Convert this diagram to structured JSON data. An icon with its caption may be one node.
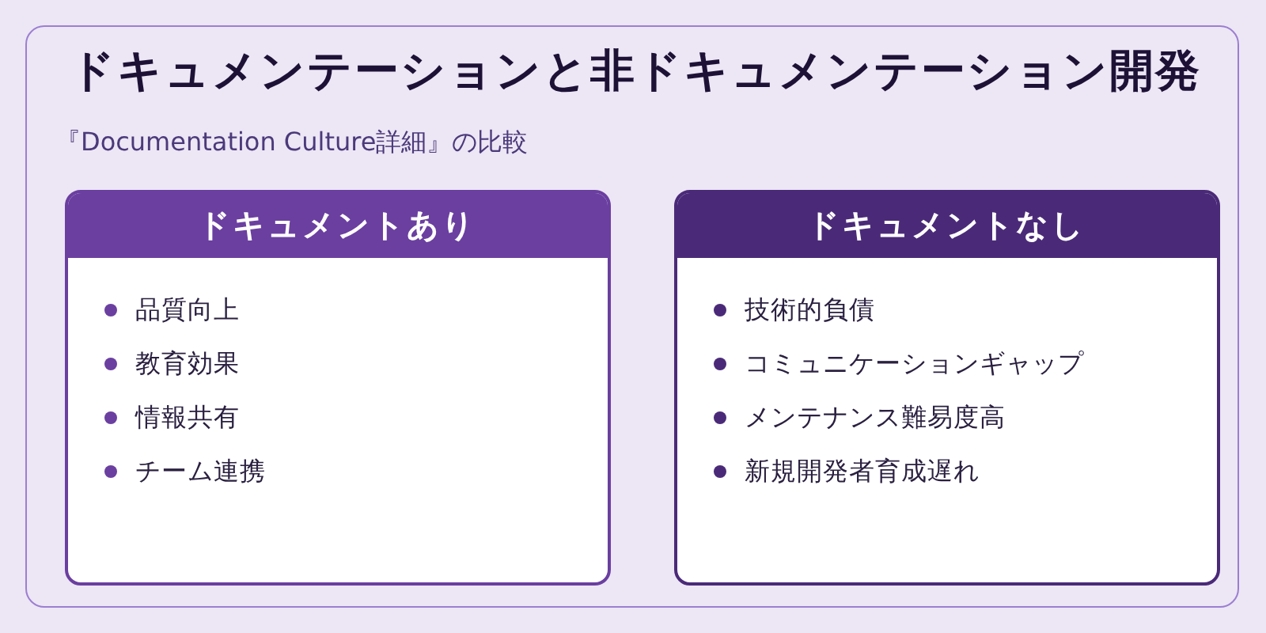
{
  "diagram": {
    "nodes": [
      {
        "text": [
          "ドキュメンテーションと非ドキュメンテーション開発",
          "『Documentation Culture詳細』の比較"
        ]
      },
      {
        "text": [
          "ドキュメントあり",
          "品質向上",
          "教育効果",
          "情報共有",
          "チーム連携"
        ],
        "in": 0
      },
      {
        "text": [
          "ドキュメントなし",
          "技術的負債",
          "コミュニケーションギャップ",
          "メンテナンス難易度高",
          "新規開発者育成遅れ"
        ],
        "in": 0
      }
    ]
  }
}
